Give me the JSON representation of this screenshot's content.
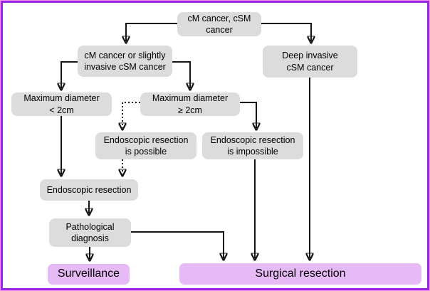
{
  "nodes": {
    "root": {
      "label": "cM cancer, cSM\ncancer"
    },
    "left_branch": {
      "label": "cM cancer or slightly\ninvasive cSM cancer"
    },
    "deep_invasive": {
      "label": "Deep invasive\ncSM cancer"
    },
    "max_lt_2cm": {
      "label": "Maximum diameter\n< 2cm"
    },
    "max_ge_2cm": {
      "label": "Maximum diameter\n≥ 2cm"
    },
    "endoscopic_possible": {
      "label": "Endoscopic resection\nis possible"
    },
    "endoscopic_impossible": {
      "label": "Endoscopic resection\nis impossible"
    },
    "endoscopic_resection": {
      "label": "Endoscopic resection"
    },
    "pathological_diagnosis": {
      "label": "Pathological\ndiagnosis"
    },
    "surveillance": {
      "label": "Surveillance"
    },
    "surgical_resection": {
      "label": "Surgical resection"
    }
  },
  "colors": {
    "frame_border": "#9c26e3",
    "frame_outer": "#f095f2",
    "node_fill": "#dcdcdc",
    "outcome_fill": "#e6baf4",
    "line": "#141414"
  }
}
